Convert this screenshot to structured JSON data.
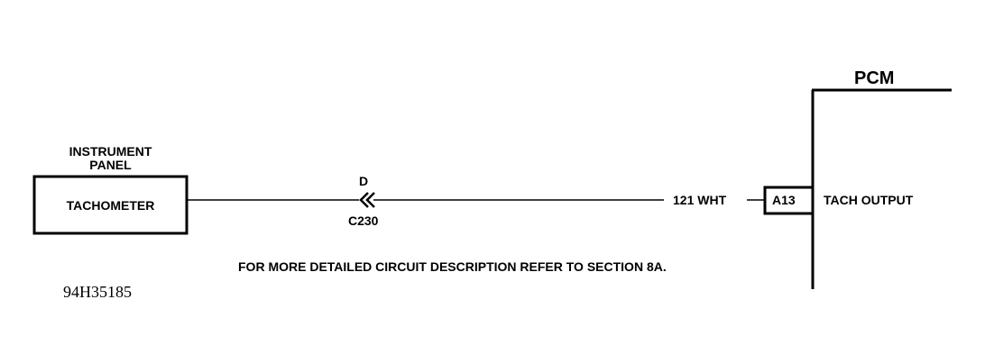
{
  "instrument_panel": {
    "title_line1": "INSTRUMENT",
    "title_line2": "PANEL",
    "component": "TACHOMETER"
  },
  "connector": {
    "pin": "D",
    "id": "C230"
  },
  "wire": {
    "label": "121 WHT"
  },
  "pcm": {
    "title": "PCM",
    "terminal": "A13",
    "function": "TACH OUTPUT"
  },
  "note": "FOR MORE DETAILED CIRCUIT DESCRIPTION REFER TO SECTION 8A.",
  "figure_id": "94H35185",
  "colors": {
    "line": "#000000",
    "background": "#ffffff"
  }
}
